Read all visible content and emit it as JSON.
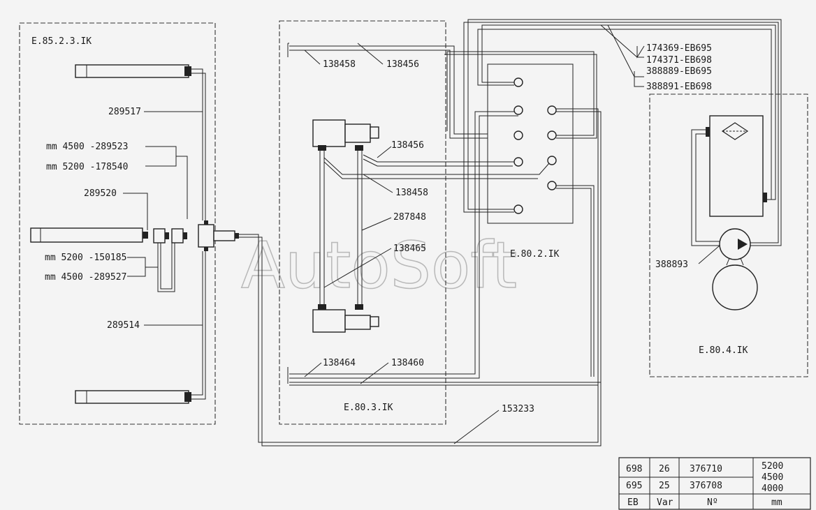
{
  "watermark": "AutoSoft",
  "zones": {
    "left": "E.85.2.3.IK",
    "middle": "E.80.3.IK",
    "valve": "E.80.2.IK",
    "pump": "E.80.4.IK"
  },
  "labels": {
    "p289517": "289517",
    "p289523": "mm 4500 -289523",
    "p178540": "mm 5200 -178540",
    "p289520": "289520",
    "p150185": "mm 5200 -150185",
    "p289527": "mm 4500 -289527",
    "p289514": "289514",
    "p138458a": "138458",
    "p138456a": "138456",
    "p138456b": "138456",
    "p138458b": "138458",
    "p287848": "287848",
    "p138465": "138465",
    "p138464": "138464",
    "p138460": "138460",
    "p153233": "153233",
    "p174369": "174369-EB695",
    "p174371": "174371-EB698",
    "p388889": "388889-EB695",
    "p388891": "388891-EB698",
    "p388893": "388893"
  },
  "table": {
    "rows": [
      {
        "eb": "698",
        "var": "26",
        "no": "376710"
      },
      {
        "eb": "695",
        "var": "25",
        "no": "376708"
      }
    ],
    "mm": [
      "5200",
      "4500",
      "4000"
    ],
    "headers": {
      "eb": "EB",
      "var": "Var",
      "no": "Nº",
      "mm": "mm"
    }
  }
}
